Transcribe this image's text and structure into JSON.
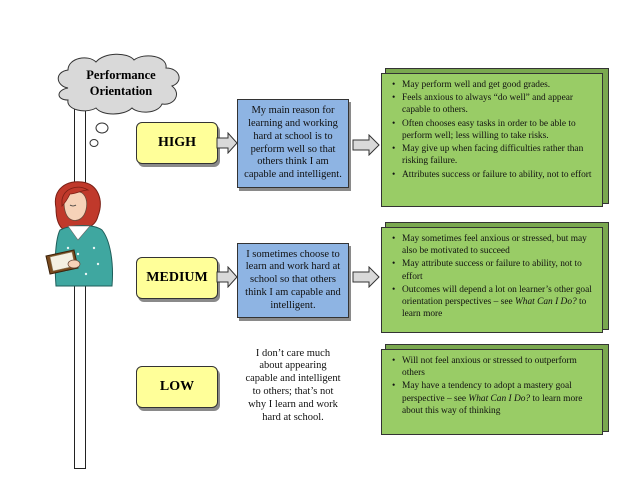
{
  "title": {
    "line1": "Performance",
    "line2": "Orientation"
  },
  "levels": [
    {
      "label": "HIGH",
      "statement": "My main reason for learning and working hard at school is to perform well so that others think I am capable and intelligent.",
      "bullets": [
        "May perform  well and get good grades.",
        "Feels anxious to always “do well” and appear capable to others.",
        "Often chooses easy  tasks in order to be able to perform  well; less willing to take risks.",
        "May give up when facing  difficulties rather than risking failure.",
        "Attributes success  or failure to ability, not to effort"
      ]
    },
    {
      "label": "MEDIUM",
      "statement": "I sometimes choose to learn and work hard at school so that others think I am capable and intelligent.",
      "bullets_html": [
        "May sometimes feel  anxious or stressed, but may also be motivated to succeed",
        "May attribute success or failure to ability, not to effort",
        "Outcomes will depend a lot on learner’s  other goal orientation perspectives – see <i>What Can I Do?</i> to learn more"
      ]
    },
    {
      "label": "LOW",
      "statement": "I don’t care much about appearing capable and intelligent to others; that’s not why I learn and work hard at school.",
      "bullets_html": [
        "Will not feel  anxious or stressed  to outperform others",
        "May have a tendency  to adopt a mastery goal perspective – see <i>What Can I Do?</i>  to learn more about this way of thinking"
      ]
    }
  ],
  "colors": {
    "level_fill": "#ffff99",
    "statement_fill": "#8eb4e3",
    "outcome_fill": "#99cc66",
    "cloud_fill": "#d9d9d9",
    "arrow_fill": "#d9d9d9"
  },
  "icons": [
    "thought-cloud-icon",
    "reading-woman-illustration",
    "right-arrow-icon"
  ]
}
